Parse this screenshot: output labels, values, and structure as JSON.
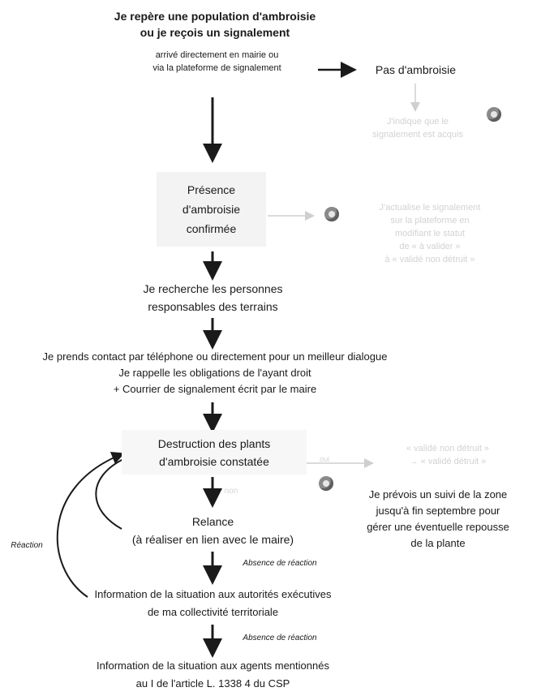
{
  "step1": {
    "title_line1": "Je repère une population d'ambroisie",
    "title_line2": "ou je reçois un signalement",
    "sub_line1": "arrivé directement en mairie ou",
    "sub_line2": "via la plateforme de signalement"
  },
  "no_ambroisie": {
    "label": "Pas d'ambroisie",
    "note_line1": "J'indique que le",
    "note_line2": "signalement est acquis"
  },
  "presence": {
    "line1": "Présence",
    "line2": "d'ambroisie",
    "line3": "confirmée"
  },
  "update_note": {
    "line1": "J'actualise le signalement",
    "line2": "sur la plateforme en",
    "line3": "modifiant le statut",
    "line4": "de « à valider »",
    "line5": "à « validé non détruit »"
  },
  "search": {
    "line1": "Je recherche les personnes",
    "line2": "responsables des terrains"
  },
  "contact": {
    "line1": "Je prends contact par téléphone ou directement pour un meilleur dialogue",
    "line2": "Je rappelle les obligations de l'ayant droit",
    "line3": "+ Courrier de signalement écrit par le maire"
  },
  "destruction": {
    "line1": "Destruction des plants",
    "line2": "d'ambroisie constatée",
    "branch_yes": "oui",
    "branch_no": "non",
    "status_line1": "« validé non détruit »",
    "status_line2": "→ « validé détruit »"
  },
  "follow_up": {
    "line1": "Je prévois un suivi de la zone",
    "line2": "jusqu'à fin septembre pour",
    "line3": "gérer une éventuelle repousse",
    "line4": "de la plante"
  },
  "relance": {
    "line1": "Relance",
    "line2": "(à réaliser en lien avec le maire)"
  },
  "reaction_label": "Réaction",
  "absence1": "Absence de réaction",
  "info_exec": {
    "line1": "Information de la situation aux autorités exécutives",
    "line2": "de ma collectivité territoriale"
  },
  "absence2": "Absence de réaction",
  "info_agents": {
    "line1": "Information de la situation aux agents mentionnés",
    "line2": "au I de l'article L. 1338 4 du CSP"
  }
}
